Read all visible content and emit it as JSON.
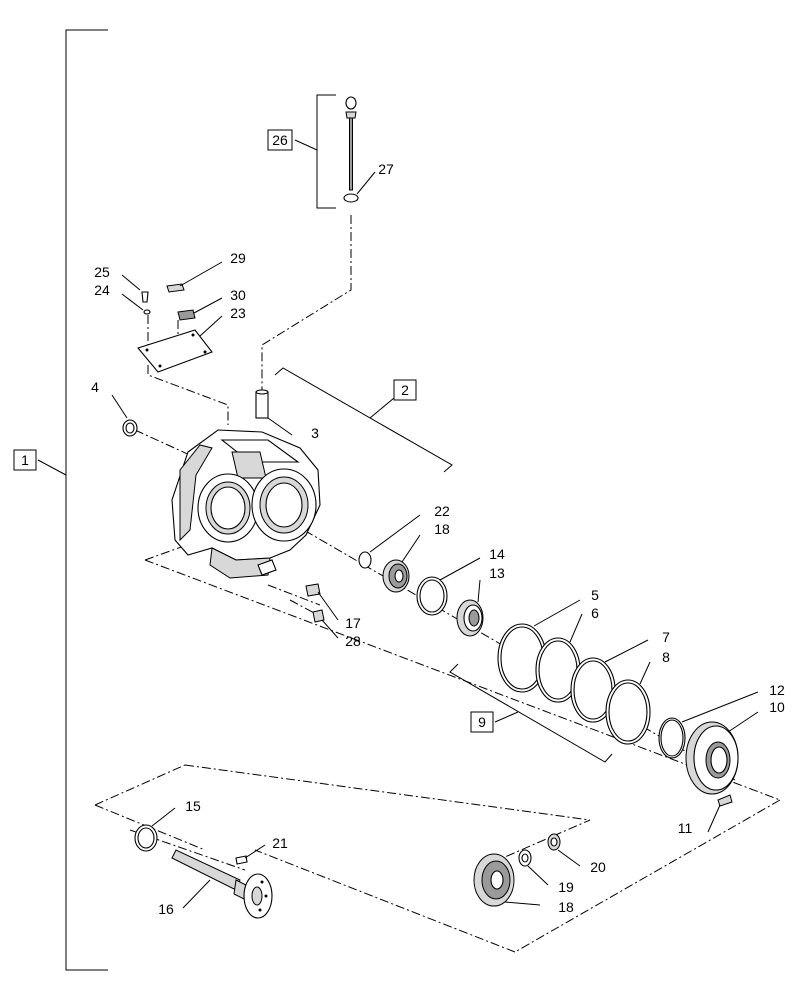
{
  "callouts": {
    "c1": "1",
    "c2": "2",
    "c3": "3",
    "c4": "4",
    "c5": "5",
    "c6": "6",
    "c7": "7",
    "c8": "8",
    "c9": "9",
    "c10": "10",
    "c11": "11",
    "c12": "12",
    "c13": "13",
    "c14": "14",
    "c15": "15",
    "c16": "16",
    "c17": "17",
    "c18a": "18",
    "c18b": "18",
    "c19": "19",
    "c20": "20",
    "c21": "21",
    "c22": "22",
    "c23": "23",
    "c24": "24",
    "c25": "25",
    "c26": "26",
    "c27": "27",
    "c28": "28",
    "c29": "29",
    "c30": "30"
  },
  "boxed_callouts": [
    "1",
    "2",
    "9",
    "26"
  ]
}
